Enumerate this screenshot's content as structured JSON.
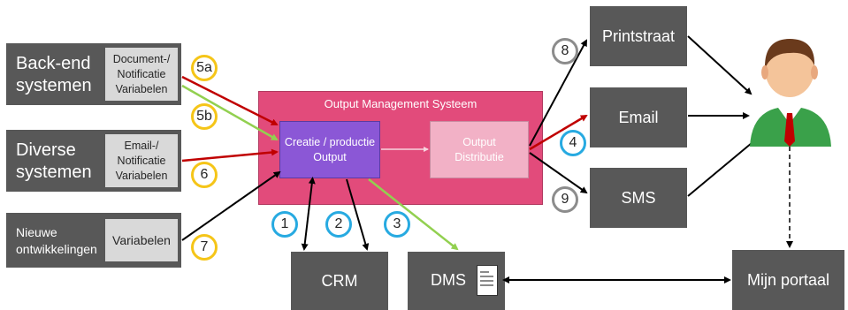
{
  "sources": [
    {
      "label": "Back-end systemen",
      "line1": "Back-end",
      "line2": "systemen",
      "inner1": "Document-/",
      "inner2": "Notificatie",
      "inner3": "Variabelen"
    },
    {
      "label": "Diverse systemen",
      "line1": "Diverse",
      "line2": "systemen",
      "inner1": "Email-/",
      "inner2": "Notificatie",
      "inner3": "Variabelen"
    },
    {
      "label": "Nieuwe ontwikkelingen",
      "line1": "Nieuwe",
      "line2": "ontwikkelingen",
      "inner1": "Variabelen"
    }
  ],
  "oms": {
    "title": "Output Management Systeem",
    "creatie_line1": "Creatie / productie",
    "creatie_line2": "Output",
    "distributie_line1": "Output",
    "distributie_line2": "Distributie"
  },
  "outputs": {
    "printstraat": "Printstraat",
    "email": "Email",
    "sms": "SMS"
  },
  "bottom": {
    "crm": "CRM",
    "dms": "DMS",
    "mijn_portaal": "Mijn portaal"
  },
  "badges": {
    "b5a": "5a",
    "b5b": "5b",
    "b6": "6",
    "b7": "7",
    "b1": "1",
    "b2": "2",
    "b3": "3",
    "b4": "4",
    "b8": "8",
    "b9": "9"
  },
  "colors": {
    "oms_bg": "#e24b7b",
    "creatie_bg": "#8b57d6",
    "distributie_bg": "#f2b1c6",
    "box_dark": "#585858",
    "arrow_red": "#c00000",
    "arrow_green": "#92d050",
    "badge_yellow": "#f5c518",
    "badge_blue": "#27aae1",
    "badge_grey": "#8c8c8c"
  },
  "icons": {
    "user": "user-icon",
    "document": "document-icon"
  }
}
